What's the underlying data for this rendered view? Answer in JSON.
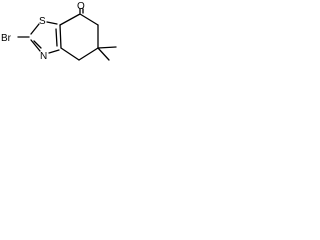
{
  "molecule": {
    "atoms": {
      "bromine": "Br",
      "sulfur": "S",
      "nitrogen": "N",
      "oxygen": "O"
    }
  }
}
